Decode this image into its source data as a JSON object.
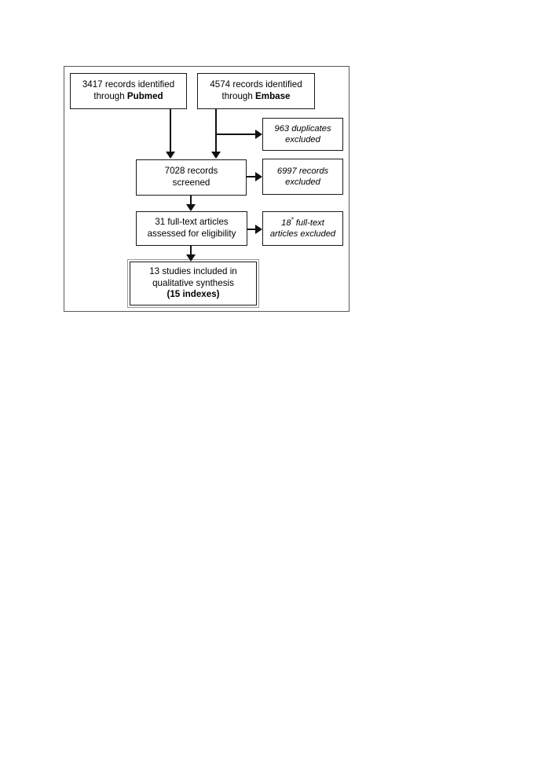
{
  "diagram": {
    "type": "prisma-flow-diagram",
    "nodes": {
      "source_pubmed": {
        "line1": "3417 records identified",
        "line2_prefix": "through ",
        "line2_bold": "Pubmed"
      },
      "source_embase": {
        "line1": "4574 records identified",
        "line2_prefix": "through ",
        "line2_bold": "Embase"
      },
      "duplicates_excluded": {
        "line1": "963 duplicates",
        "line2": "excluded"
      },
      "screened": {
        "line1": "7028 records",
        "line2": "screened"
      },
      "records_excluded": {
        "line1": "6997 records",
        "line2": "excluded"
      },
      "eligibility": {
        "line1": "31 full-text articles",
        "line2": "assessed for eligibility"
      },
      "fulltext_excluded": {
        "line1_value": "18",
        "line1_marker": "*",
        "line1_suffix": " full-text",
        "line2": "articles excluded"
      },
      "included": {
        "line1": "13 studies included in",
        "line2": "qualitative synthesis",
        "line3_bold": "(15 indexes)"
      }
    },
    "counts": {
      "pubmed_records": 3417,
      "embase_records": 4574,
      "duplicates_excluded": 963,
      "records_screened": 7028,
      "records_excluded": 6997,
      "fulltext_assessed": 31,
      "fulltext_excluded": 18,
      "studies_included": 13,
      "indexes_included": 15
    },
    "colors": {
      "box_border": "#1a1a1a",
      "frame_border": "#5a5a5a",
      "connector": "#111111",
      "background": "#ffffff",
      "text": "#000000"
    }
  }
}
